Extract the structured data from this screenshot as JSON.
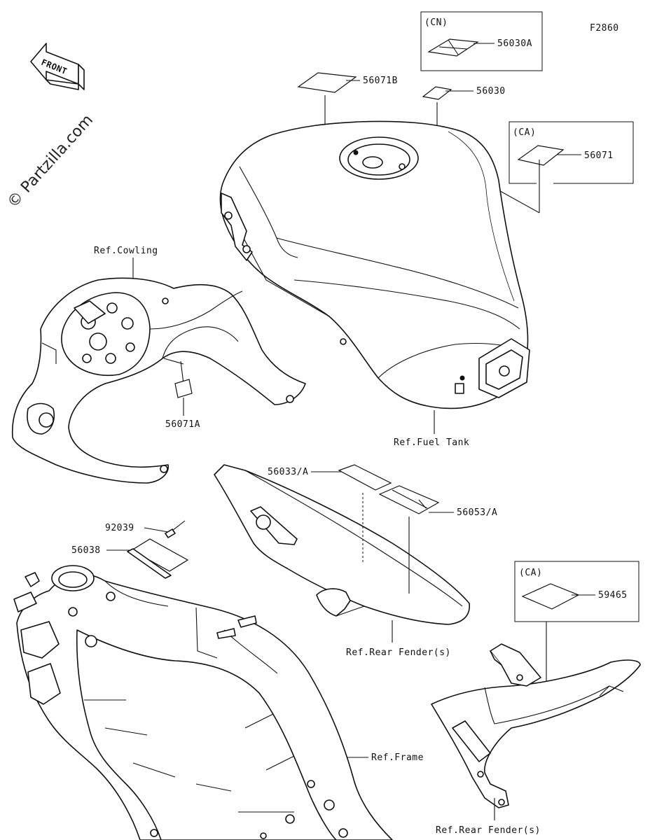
{
  "diagram": {
    "id": "F2860",
    "watermark": "© Partzilla.com",
    "front_arrow": "FRONT",
    "part_numbers": {
      "p56030A": "56030A",
      "p56071B": "56071B",
      "p56030": "56030",
      "p56071": "56071",
      "p56071A": "56071A",
      "p56033A": "56033/A",
      "p56053A": "56053/A",
      "p92039": "92039",
      "p56038": "56038",
      "p59465": "59465"
    },
    "regions": {
      "cn": "(CN)",
      "ca_tank": "(CA)",
      "ca_fender": "(CA)"
    },
    "references": {
      "cowling": "Ref.Cowling",
      "fuel_tank": "Ref.Fuel Tank",
      "rear_fender_1": "Ref.Rear Fender(s)",
      "frame": "Ref.Frame",
      "rear_fender_2": "Ref.Rear Fender(s)"
    }
  }
}
